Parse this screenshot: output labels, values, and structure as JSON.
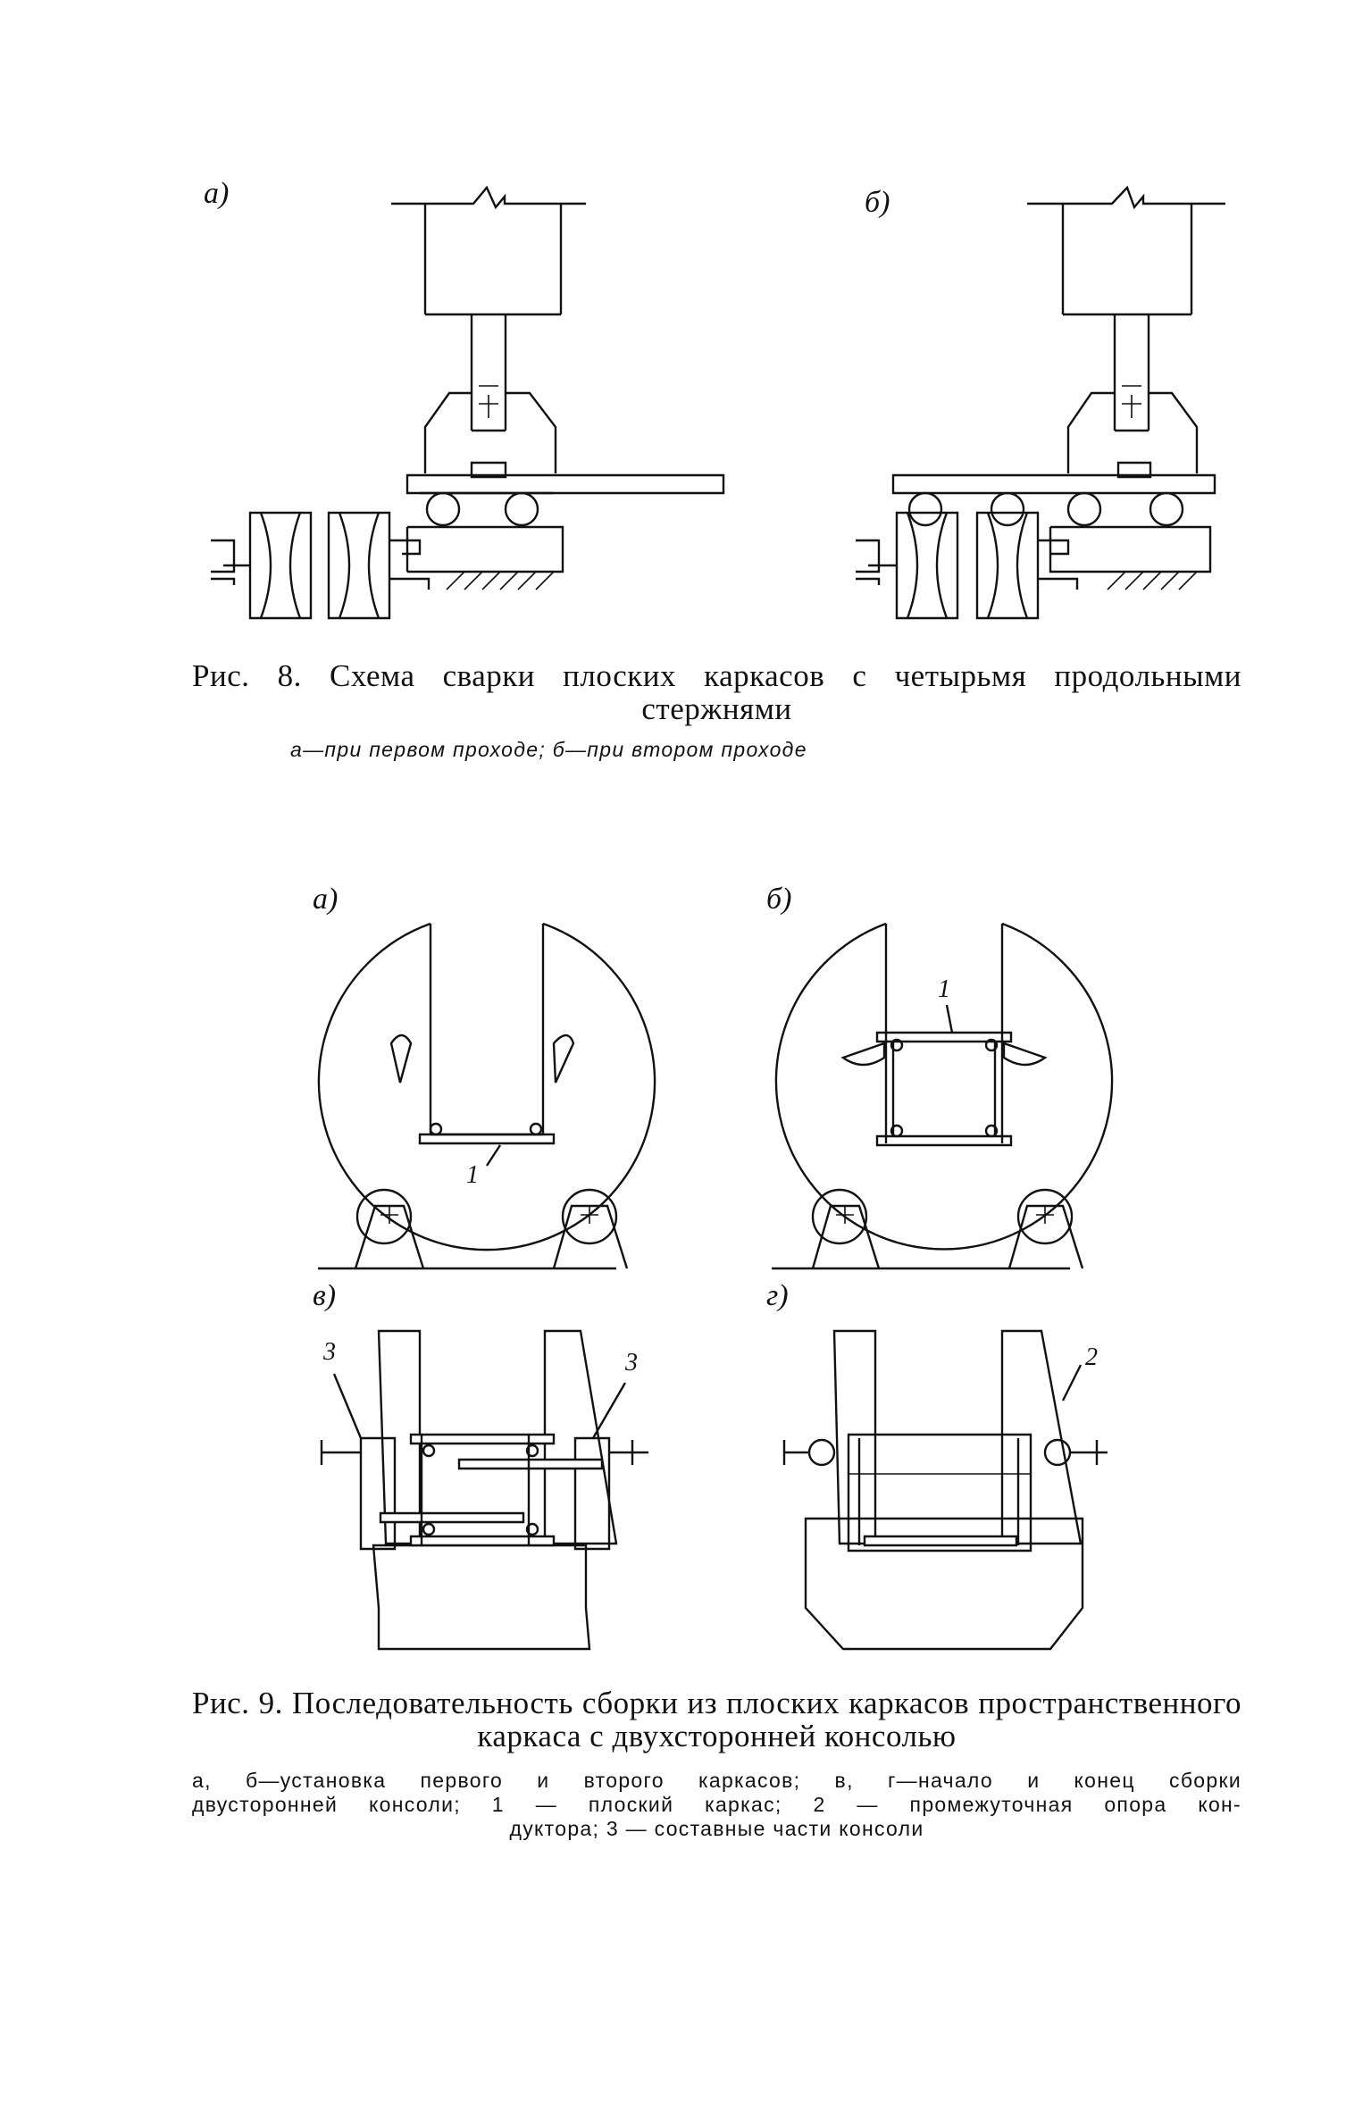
{
  "fig8": {
    "label_a": "а)",
    "label_b": "б)",
    "caption_num": "Рис. 8.",
    "caption_text": "Схема сварки плоских каркасов с четырьмя продольными стержнями",
    "sub_caption": "а—при первом проходе; б—при втором проходе"
  },
  "fig9": {
    "label_a": "а)",
    "label_b": "б)",
    "label_v": "в)",
    "label_g": "г)",
    "callout_1a": "1",
    "callout_1b": "1",
    "callout_3left": "3",
    "callout_3right": "3",
    "callout_2": "2",
    "caption_num": "Рис. 9.",
    "caption_text": "Последовательность сборки из плоских каркасов пространственного каркаса с двухсторонней консолью",
    "sub_caption_line1": "а, б—установка первого и второго каркасов; в, г—начало и конец сборки",
    "sub_caption_line2": "двусторонней консоли; 1 — плоский каркас; 2 — промежуточная опора кон-",
    "sub_caption_line3": "дуктора; 3 — составные части консоли"
  }
}
